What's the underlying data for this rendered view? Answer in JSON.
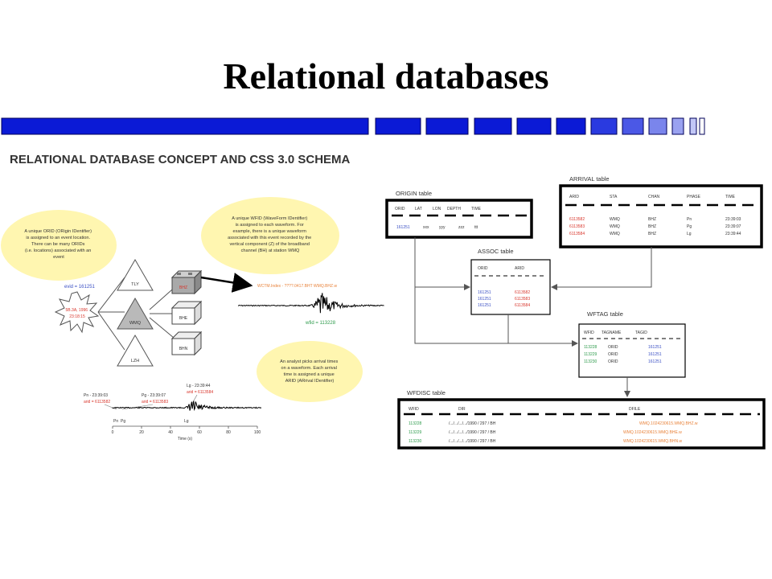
{
  "slide": {
    "title": "Relational databases"
  },
  "figure": {
    "heading": "RELATIONAL DATABASE CONCEPT AND CSS 3.0 SCHEMA",
    "bubbles": {
      "orid": [
        "A unique ORID (ORigin IDentifier)",
        "is assigned to an event location.",
        "There can be many ORIDs",
        "(i.e. locations) associated with an",
        "event"
      ],
      "wfid": [
        "A unique WFID (WaveForm IDentifier)",
        "is assigned to each waveform. For",
        "example, there is a unique waveform",
        "associated with this event recorded by the",
        "vertical component (Z) of the broadband",
        "channel (BH) at station WMQ"
      ],
      "arid": [
        "An analyst picks arrival times",
        "on a waveform. Each arrival",
        "time is assigned a unique",
        "ARID (ARrival IDentifier)"
      ]
    },
    "evid": "evid = 161251",
    "event_star": [
      "5B.3A, 1996",
      "23:18:15"
    ],
    "nodes": [
      "TLY",
      "WMQ",
      "LZH"
    ],
    "blocks": [
      "BHZ",
      "BHE",
      "BHN"
    ],
    "waveform_file": "WCTM.Index -   ????.0417.BHT    WMQ.BHZ.w",
    "wfid_label": "wfid = 113228",
    "picks": [
      {
        "phase": "Pn - 23:39:03",
        "arid": "arid = 6113582"
      },
      {
        "phase": "Pg - 23:39:07",
        "arid": "arid = 6113583"
      },
      {
        "phase": "Lg - 23:39:44",
        "arid": "arid = 6113584"
      }
    ],
    "pick_markers": [
      "Pn",
      "Pg",
      "Lg"
    ],
    "axis_ticks": [
      "0",
      "20",
      "40",
      "60",
      "80",
      "100"
    ],
    "axis_label": "Time (s)",
    "tables": {
      "origin": {
        "title": "ORIGIN table",
        "cols": [
          "ORID",
          "LAT",
          "LON",
          "DEPTH",
          "TIME"
        ],
        "row": [
          "161251",
          "xxx",
          "yyy",
          "zzz",
          "ttt"
        ]
      },
      "arrival": {
        "title": "ARRIVAL table",
        "cols": [
          "ARID",
          "STA",
          "CHAN",
          "PHASE",
          "TIME"
        ],
        "rows": [
          [
            "6113582",
            "WMQ",
            "BHZ",
            "Pn",
            "23:39:03"
          ],
          [
            "6113583",
            "WMQ",
            "BHZ",
            "Pg",
            "23:39:07"
          ],
          [
            "6113584",
            "WMQ",
            "BHZ",
            "Lg",
            "23:39:44"
          ]
        ]
      },
      "assoc": {
        "title": "ASSOC table",
        "cols": [
          "ORID",
          "ARID"
        ],
        "rows": [
          [
            "161251",
            "6113582"
          ],
          [
            "161251",
            "6113583"
          ],
          [
            "161251",
            "6113584"
          ]
        ]
      },
      "wftag": {
        "title": "WFTAG table",
        "cols": [
          "WFID",
          "TAGNAME",
          "TAGID"
        ],
        "rows": [
          [
            "113228",
            "ORID",
            "161251"
          ],
          [
            "113229",
            "ORID",
            "161251"
          ],
          [
            "113230",
            "ORID",
            "161251"
          ]
        ]
      },
      "wfdisc": {
        "title": "WFDISC table",
        "cols": [
          "WFID",
          "DIR",
          "DFILE"
        ],
        "rows": [
          [
            "113228",
            "/.../.../.../.../1990 / 297 / BH",
            "WMQ.1024230615.WMQ.BHZ.w"
          ],
          [
            "113229",
            "/.../.../.../.../1990 / 297 / BH",
            "WMQ.1024230615.WMQ.BHE.w"
          ],
          [
            "113230",
            "/.../.../.../.../1990 / 297 / BH",
            "WMQ.1024230615.WMQ.BHN.w"
          ]
        ]
      }
    }
  },
  "colors": {
    "bar_blue": "#0b1ad6",
    "bar_light": "#8c96ee",
    "bubble": "#fff6b0",
    "orid_blue": "#3a4fc4",
    "arid_red": "#d8342a",
    "wfid_green": "#2e9b4c",
    "dfile_orange": "#e8823a"
  }
}
